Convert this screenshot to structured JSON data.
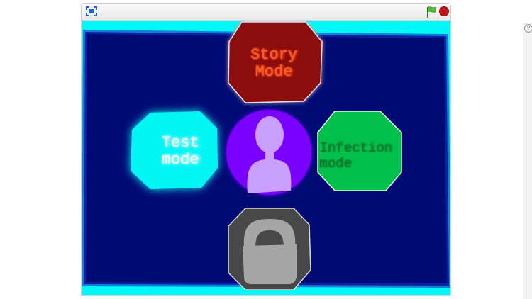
{
  "toolbar": {
    "fullscreen_icon": "fullscreen-icon",
    "flag_icon": "green-flag-icon",
    "stop_icon": "stop-sign-icon"
  },
  "menu": {
    "story": {
      "line1": "Story",
      "line2": "Mode"
    },
    "test": {
      "line1": "Test",
      "line2": "mode"
    },
    "infection": {
      "line1": "Infection",
      "line2": "mode"
    },
    "profile_icon": "user-silhouette-icon",
    "locked_icon": "padlock-icon"
  },
  "sidebar": {
    "help_glyph": "?"
  },
  "colors": {
    "stage_border": "#00f7f7",
    "stage_bg": "#000a75",
    "story": "#8c1010",
    "test": "#00f5f5",
    "infection": "#00c04a",
    "profile": "#7b00ff",
    "locked": "#484848"
  }
}
